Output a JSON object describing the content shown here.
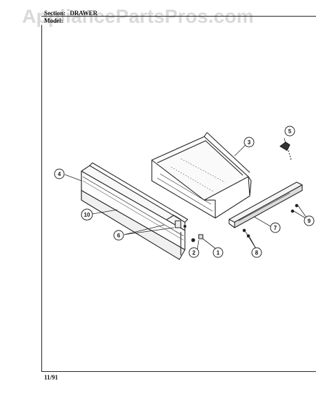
{
  "watermark": "AppliancePartsPros.com",
  "header": {
    "section_label": "Section:",
    "section_value": "DRAWER",
    "model_label": "Model:"
  },
  "footer": {
    "date": "11/91"
  },
  "callouts": [
    {
      "id": "c1",
      "number": "1"
    },
    {
      "id": "c2",
      "number": "2"
    },
    {
      "id": "c3",
      "number": "3"
    },
    {
      "id": "c4",
      "number": "4"
    },
    {
      "id": "c5",
      "number": "5"
    },
    {
      "id": "c6",
      "number": "6"
    },
    {
      "id": "c7",
      "number": "7"
    },
    {
      "id": "c8",
      "number": "8"
    },
    {
      "id": "c9",
      "number": "9"
    },
    {
      "id": "c10",
      "number": "10"
    }
  ]
}
